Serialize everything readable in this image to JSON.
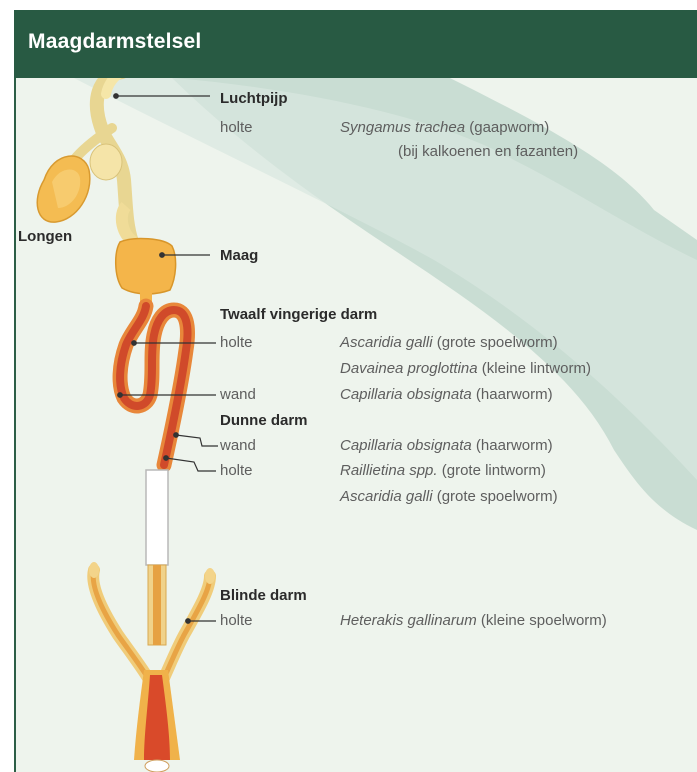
{
  "title": "Maagdarmstelsel",
  "colors": {
    "header_bg": "#285a43",
    "panel_bg": "#eef4ed",
    "band": "#c8ddd3",
    "organ_light": "#f5e4a8",
    "organ_orange": "#f4b24a",
    "intestine_red": "#d64b2a"
  },
  "organs": {
    "luchtpijp": "Luchtpijp",
    "longen": "Longen",
    "maag": "Maag",
    "twaalfvingerige": "Twaalf vingerige darm",
    "dunne": "Dunne darm",
    "blinde": "Blinde darm"
  },
  "locations": {
    "holte": "holte",
    "wand": "wand"
  },
  "parasites": {
    "syngamus": {
      "genus": "Syngamus trachea",
      "common": "(gaapworm)"
    },
    "syngamus_note": "(bij kalkoenen en fazanten)",
    "ascaridia_1": {
      "genus": "Ascaridia galli",
      "common": "(grote spoelworm)"
    },
    "davainea": {
      "genus": "Davainea proglottina",
      "common": "(kleine lintworm)"
    },
    "capillaria_1": {
      "genus": "Capillaria obsignata",
      "common": "(haarworm)"
    },
    "capillaria_2": {
      "genus": "Capillaria obsignata",
      "common": "(haarworm)"
    },
    "raillietina": {
      "genus": "Raillietina spp.",
      "common": "(grote lintworm)"
    },
    "ascaridia_2": {
      "genus": "Ascaridia galli",
      "common": "(grote spoelworm)"
    },
    "heterakis": {
      "genus": "Heterakis gallinarum",
      "common": "(kleine spoelworm)"
    }
  }
}
